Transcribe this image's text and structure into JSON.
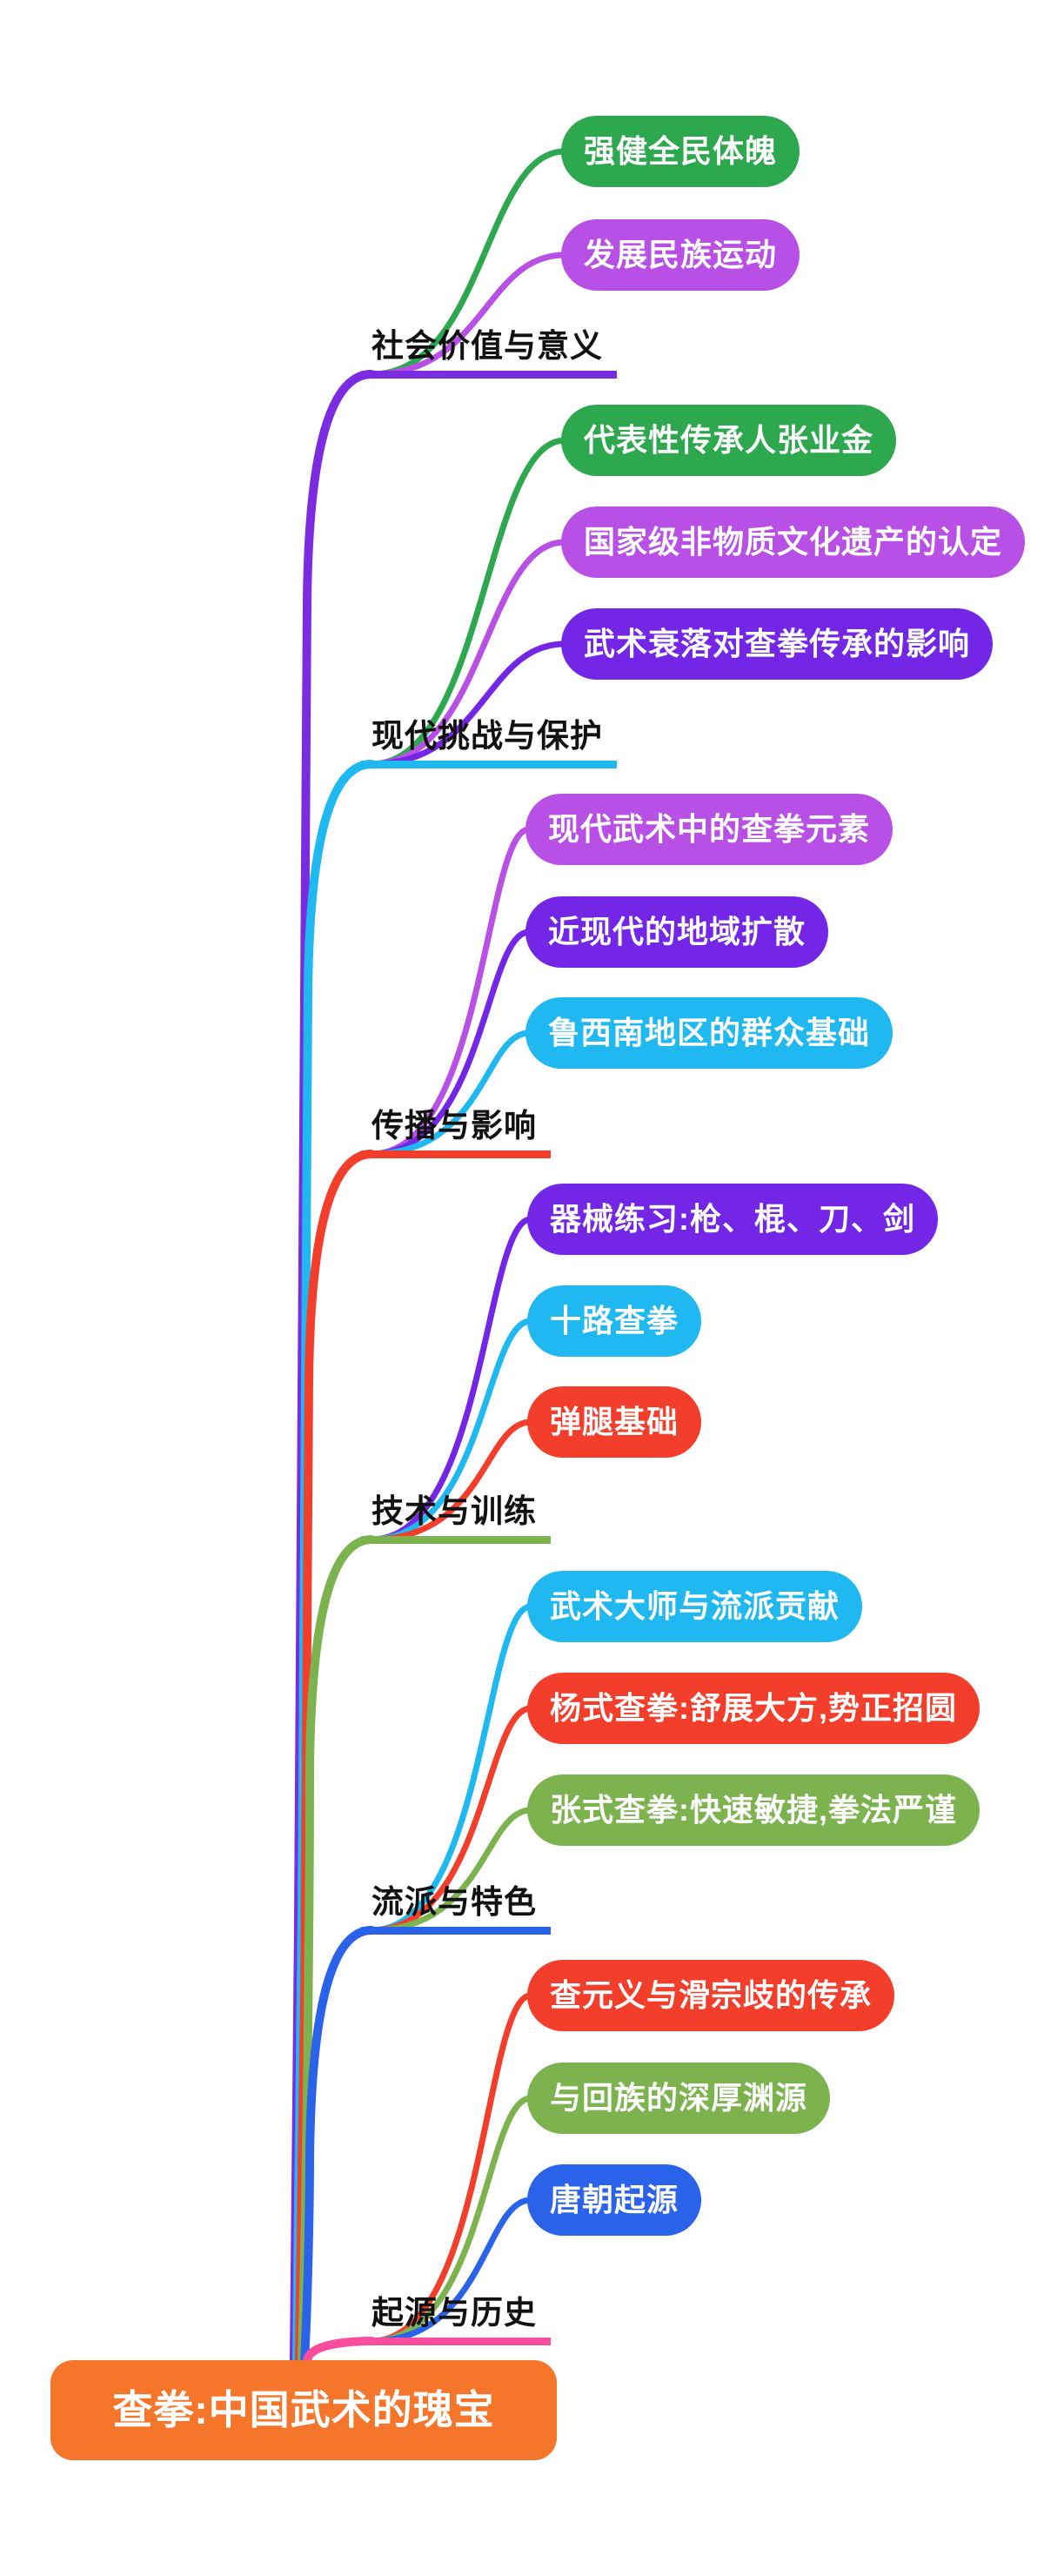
{
  "root": {
    "label": "查拳:中国武术的瑰宝",
    "color": "#F5762B"
  },
  "branches": [
    {
      "label": "社会价值与意义",
      "color": "#7B2CE0",
      "children": [
        {
          "label": "强健全民体魄",
          "color": "#2EA84F"
        },
        {
          "label": "发展民族运动",
          "color": "#B950E6"
        }
      ]
    },
    {
      "label": "现代挑战与保护",
      "color": "#20B8F0",
      "children": [
        {
          "label": "代表性传承人张业金",
          "color": "#2EA84F"
        },
        {
          "label": "国家级非物质文化遗产的认定",
          "color": "#B950E6"
        },
        {
          "label": "武术衰落对查拳传承的影响",
          "color": "#7326E6"
        }
      ]
    },
    {
      "label": "传播与影响",
      "color": "#F43E2C",
      "children": [
        {
          "label": "现代武术中的查拳元素",
          "color": "#B950E6"
        },
        {
          "label": "近现代的地域扩散",
          "color": "#7326E6"
        },
        {
          "label": "鲁西南地区的群众基础",
          "color": "#20B8F0"
        }
      ]
    },
    {
      "label": "技术与训练",
      "color": "#7CB34E",
      "children": [
        {
          "label": "器械练习:枪、棍、刀、剑",
          "color": "#7326E6"
        },
        {
          "label": "十路查拳",
          "color": "#20B8F0"
        },
        {
          "label": "弹腿基础",
          "color": "#F43E2C"
        }
      ]
    },
    {
      "label": "流派与特色",
      "color": "#2A62E9",
      "children": [
        {
          "label": "武术大师与流派贡献",
          "color": "#20B8F0"
        },
        {
          "label": "杨式查拳:舒展大方,势正招圆",
          "color": "#F43E2C"
        },
        {
          "label": "张式查拳:快速敏捷,拳法严谨",
          "color": "#7CB34E"
        }
      ]
    },
    {
      "label": "起源与历史",
      "color": "#FB4D9E",
      "children": [
        {
          "label": "查元义与滑宗歧的传承",
          "color": "#F43E2C"
        },
        {
          "label": "与回族的深厚渊源",
          "color": "#7CB34E"
        },
        {
          "label": "唐朝起源",
          "color": "#2A62E9"
        }
      ]
    }
  ]
}
